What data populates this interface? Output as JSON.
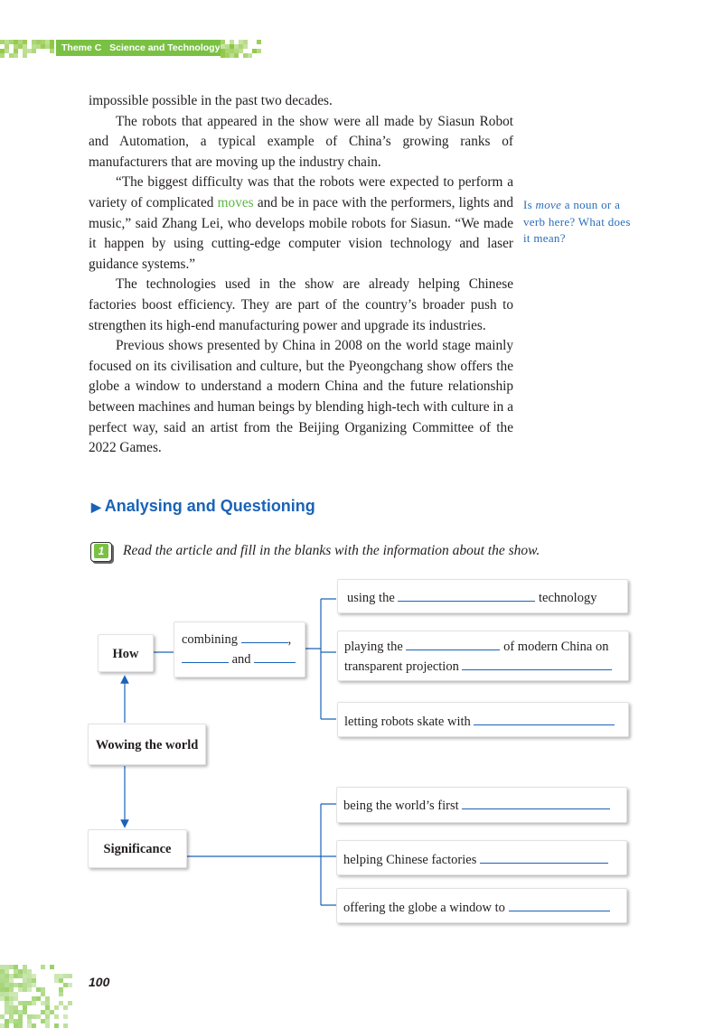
{
  "header": {
    "theme": "Theme C   Science and Technology"
  },
  "article": {
    "p1": "impossible possible in the past two decades.",
    "p2": "The robots that appeared in the show were all made by Siasun Robot and Automation, a typical example of China’s growing ranks of manufacturers that are moving up the industry chain.",
    "p3_before": "“The biggest difficulty was that the robots were expected to perform a variety of complicated ",
    "p3_highlight": "moves",
    "p3_after": " and be in pace with the performers, lights and music,” said Zhang Lei, who develops mobile robots for Siasun. “We made it happen by using cutting-edge computer vision technology and laser guidance systems.”",
    "p4": "The technologies used in the show are already helping Chinese factories boost efficiency. They are part of the country’s broader push to strengthen its high-end manufacturing power and upgrade its industries.",
    "p5": "Previous shows presented by China in 2008 on the world stage mainly focused on its civilisation and culture, but the Pyeongchang show offers the globe a window to understand a modern China and the future relationship between machines and human beings by blending high-tech with culture in a perfect way, said an artist from the Beijing Organizing Committee of the 2022 Games."
  },
  "side_note": {
    "prefix": "Is ",
    "word": "move",
    "suffix": " a noun or a verb here? What does it mean?"
  },
  "section_title": "Analysing and Questioning",
  "activity": {
    "number": "1",
    "instruction": "Read the article and fill in the blanks with the information about the show."
  },
  "diagram": {
    "center": "Wowing the world",
    "how": "How",
    "significance": "Significance",
    "combining": {
      "a": "combining",
      "comma": ",",
      "and": "and"
    },
    "how_items": {
      "tech_a": "using the",
      "tech_b": "technology",
      "play_a": "playing the",
      "play_b": "of modern China on",
      "play_c": "transparent projection",
      "skate": "letting robots skate with"
    },
    "sig_items": {
      "first": "being the world’s first",
      "factories": "helping Chinese factories",
      "window": "offering the globe a window to"
    }
  },
  "footer": {
    "page_number": "100"
  },
  "colors": {
    "accent_green": "#7ac143",
    "accent_blue": "#1a63b7",
    "note_blue": "#2a6ebb"
  }
}
